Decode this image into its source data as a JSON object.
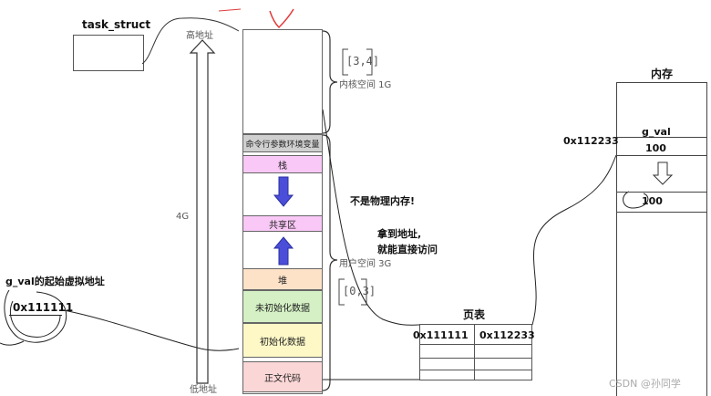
{
  "task_struct": {
    "label": "task_struct"
  },
  "address_space": {
    "high_addr_label": "高地址",
    "low_addr_label": "低地址",
    "size_label": "4G",
    "kernel_space_label": "内核空间 1G",
    "user_space_label": "用户空间 3G",
    "kernel_range_handwritten": "[3,4]",
    "user_range_handwritten": "[0,3]",
    "segments": {
      "cmdline_env": "命令行参数环境变量",
      "stack": "栈",
      "shared": "共享区",
      "heap": "堆",
      "bss": "未初始化数据",
      "data": "初始化数据",
      "text": "正文代码"
    }
  },
  "annotations": {
    "not_physical_memory": "不是物理内存!",
    "got_address_line1": "拿到地址,",
    "got_address_line2": "就能直接访问",
    "g_val_virtual_label": "g_val的起始虚拟地址",
    "virtual_addr": "0x111111"
  },
  "page_table": {
    "title": "页表",
    "virtual": "0x111111",
    "physical": "0x112233"
  },
  "memory": {
    "title": "内存",
    "address": "0x112233",
    "var_name": "g_val",
    "value_old": "100",
    "value_new": "100"
  },
  "watermark": "CSDN @孙同学",
  "colors": {
    "cmdline_env": "#cfcfcf",
    "stack": "#f9c8f6",
    "shared": "#f9c8f6",
    "heap": "#fde2c8",
    "bss": "#d4f0c4",
    "data": "#fdf8c6",
    "text": "#fbd6d6",
    "arrow_blue": "#4a4ed8",
    "red_ink": "#e23a3a"
  }
}
